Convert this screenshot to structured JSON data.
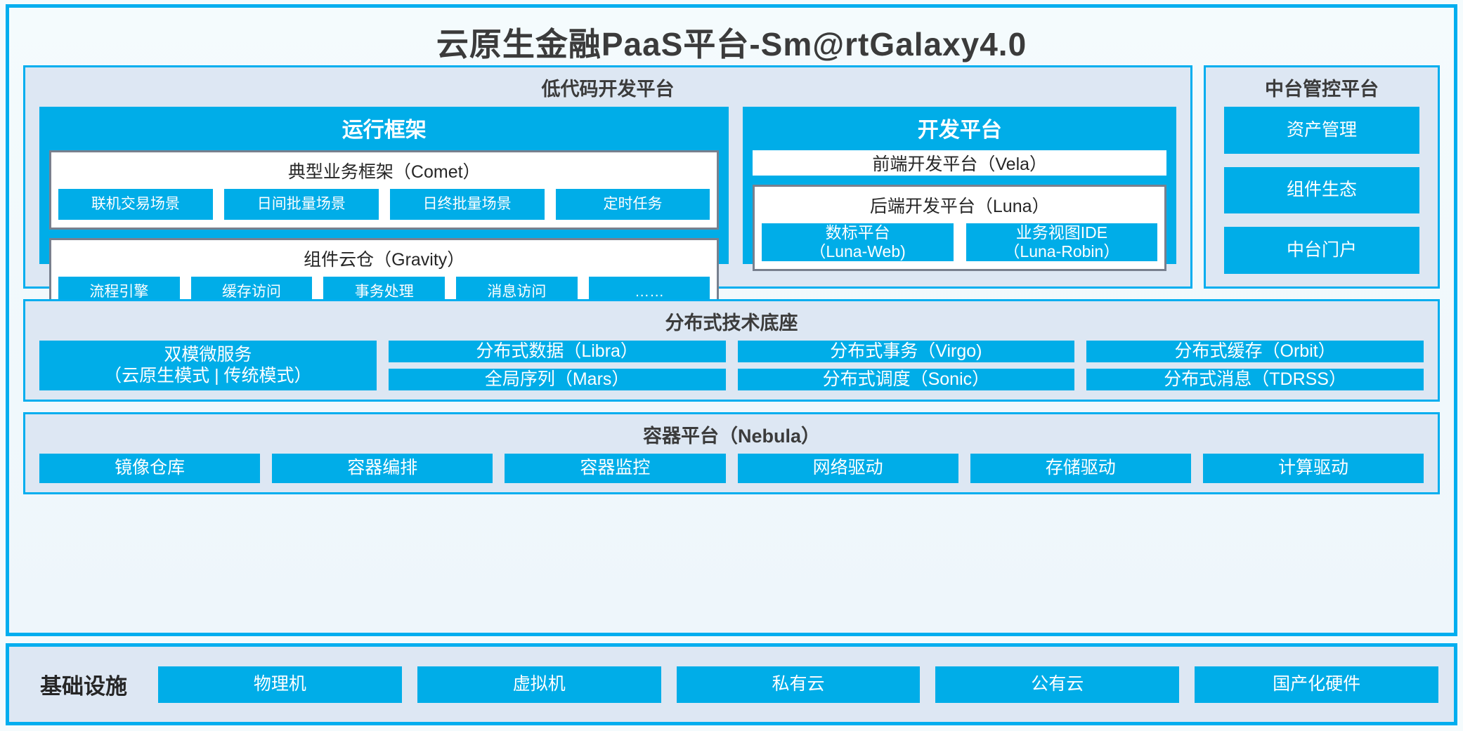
{
  "title": "云原生金融PaaS平台-Sm@rtGalaxy4.0",
  "theme": {
    "accent": "#00aeef",
    "block": "#00ade8",
    "panel_bg": "#dde7f3",
    "border_grey": "#78808e",
    "page_bg": "#f4fbfd",
    "text": "#262626"
  },
  "lowcode": {
    "title": "低代码开发平台",
    "runtime": {
      "title": "运行框架",
      "comet": {
        "title": "典型业务框架（Comet）",
        "items": [
          "联机交易场景",
          "日间批量场景",
          "日终批量场景",
          "定时任务"
        ]
      },
      "gravity": {
        "title": "组件云仓（Gravity）",
        "items": [
          "流程引擎",
          "缓存访问",
          "事务处理",
          "消息访问",
          "……"
        ]
      }
    },
    "devplatform": {
      "title": "开发平台",
      "frontend": "前端开发平台（Vela）",
      "backend": {
        "title": "后端开发平台（Luna）",
        "items": [
          {
            "name": "数标平台",
            "code": "（Luna-Web)"
          },
          {
            "name": "业务视图IDE",
            "code": "（Luna-Robin）"
          }
        ]
      }
    }
  },
  "midplatform": {
    "title": "中台管控平台",
    "items": [
      "资产管理",
      "组件生态",
      "中台门户"
    ]
  },
  "distbase": {
    "title": "分布式技术底座",
    "microservice": {
      "line1": "双模微服务",
      "line2": "（云原生模式 | 传统模式）"
    },
    "columns": [
      [
        "分布式数据（Libra）",
        "全局序列（Mars）"
      ],
      [
        "分布式事务（Virgo)",
        "分布式调度（Sonic）"
      ],
      [
        "分布式缓存（Orbit）",
        "分布式消息（TDRSS）"
      ]
    ]
  },
  "container": {
    "title": "容器平台（Nebula）",
    "items": [
      "镜像仓库",
      "容器编排",
      "容器监控",
      "网络驱动",
      "存储驱动",
      "计算驱动"
    ]
  },
  "infrastructure": {
    "label": "基础设施",
    "items": [
      "物理机",
      "虚拟机",
      "私有云",
      "公有云",
      "国产化硬件"
    ]
  }
}
